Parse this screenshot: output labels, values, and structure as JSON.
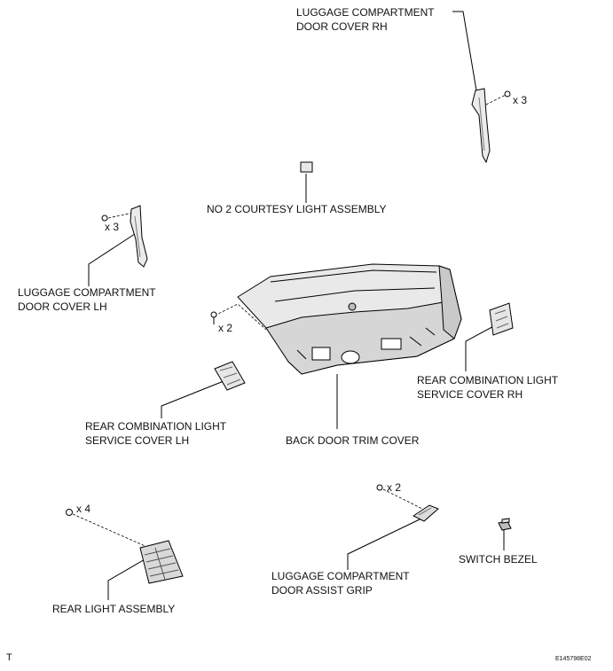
{
  "labels": {
    "door_cover_rh": [
      "LUGGAGE COMPARTMENT",
      "DOOR COVER RH"
    ],
    "courtesy_light": "NO  2 COURTESY LIGHT ASSEMBLY",
    "door_cover_lh": [
      "LUGGAGE COMPARTMENT",
      "DOOR COVER LH"
    ],
    "service_cover_rh": [
      "REAR COMBINATION LIGHT",
      "SERVICE COVER RH"
    ],
    "service_cover_lh": [
      "REAR COMBINATION LIGHT",
      "SERVICE COVER LH"
    ],
    "back_door_trim": "BACK DOOR TRIM COVER",
    "assist_grip": [
      "LUGGAGE COMPARTMENT",
      "DOOR ASSIST GRIP"
    ],
    "switch_bezel": "SWITCH BEZEL",
    "rear_light": "REAR LIGHT ASSEMBLY"
  },
  "quantities": {
    "rh_clips": "x 3",
    "lh_clips": "x 3",
    "trim_clips": "x 2",
    "grip_clips": "x 2",
    "rear_light_nuts": "x 4"
  },
  "footer": {
    "view_code": "T",
    "figure_id": "E145798E02"
  }
}
